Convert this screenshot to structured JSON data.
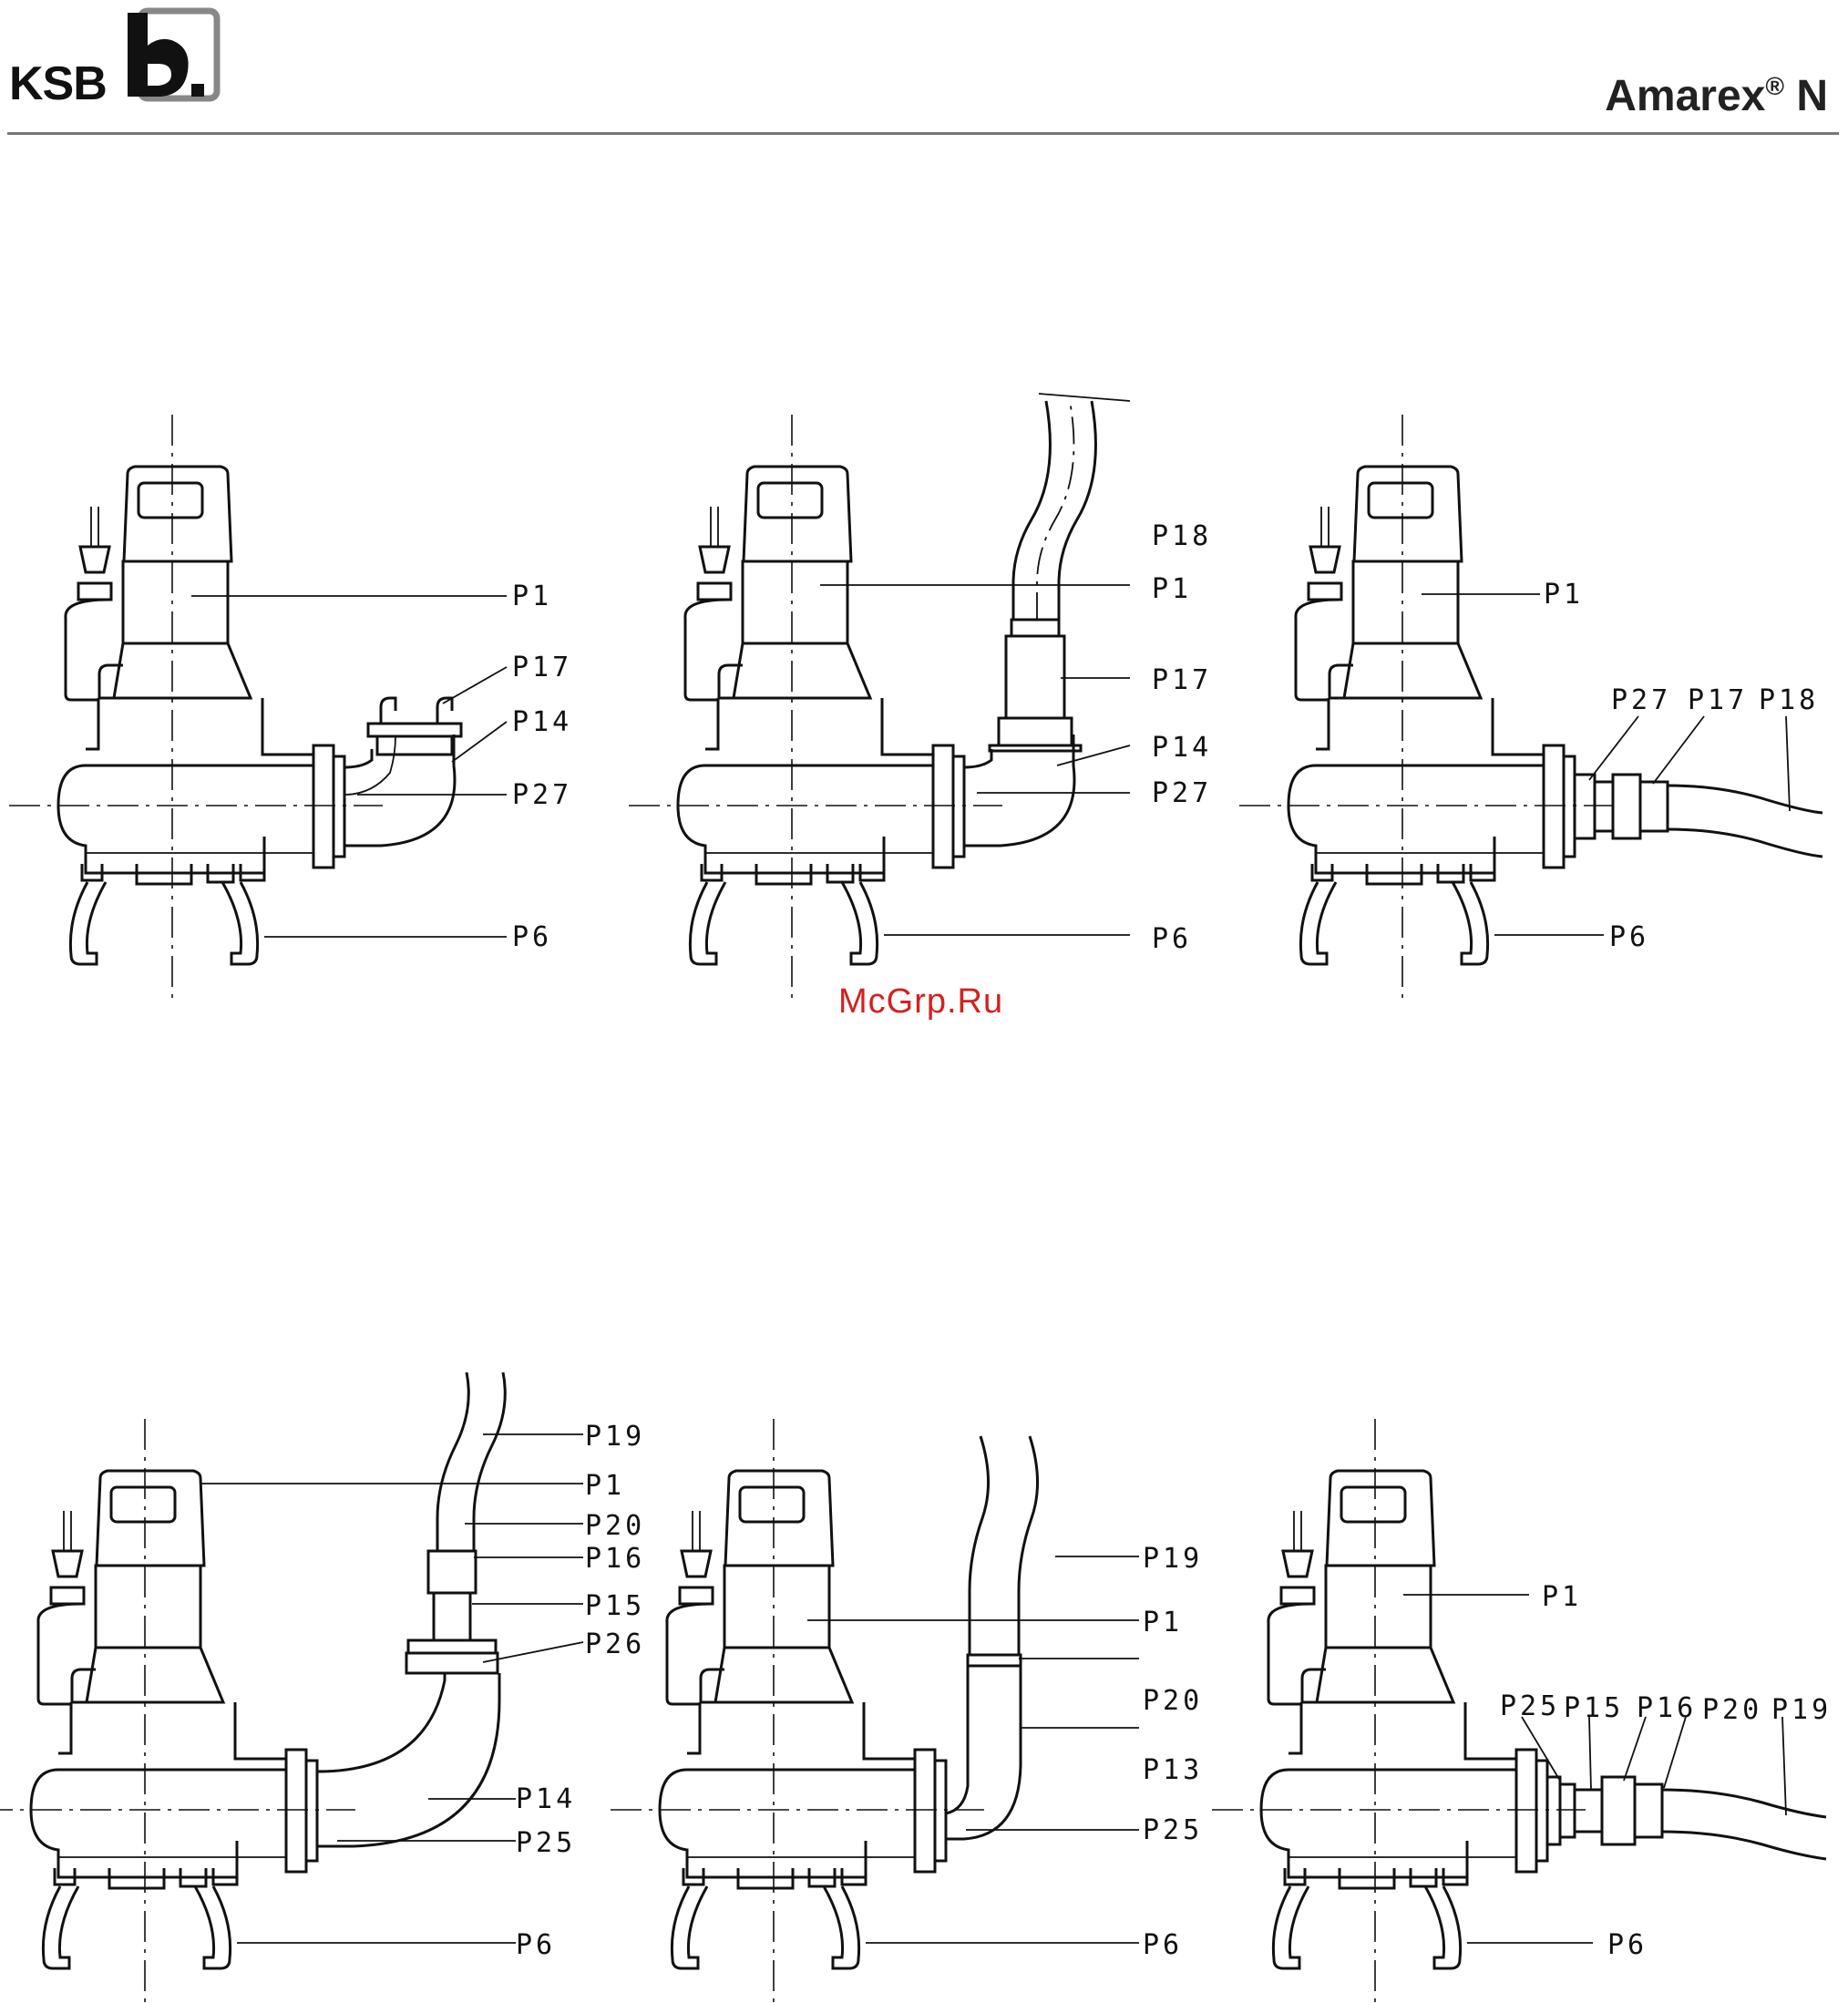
{
  "header": {
    "logo_text": "KSB",
    "logo_mark_icon": "ksb-b-logo-icon",
    "product_name": "Amarex",
    "product_reg": "®",
    "product_suffix": "N"
  },
  "watermark": "McGrp.Ru",
  "figures": [
    {
      "labels": [
        "P1",
        "P17",
        "P14",
        "P27",
        "P6"
      ]
    },
    {
      "labels": [
        "P18",
        "P1",
        "P17",
        "P14",
        "P27",
        "P6"
      ]
    },
    {
      "labels": [
        "P1",
        "P27",
        "P17",
        "P18",
        "P6"
      ]
    },
    {
      "labels": [
        "P19",
        "P1",
        "P20",
        "P16",
        "P15",
        "P26",
        "P14",
        "P25",
        "P6"
      ]
    },
    {
      "labels": [
        "P19",
        "P1",
        "P20",
        "P13",
        "P25",
        "P6"
      ]
    },
    {
      "labels": [
        "P1",
        "P25",
        "P15",
        "P16",
        "P20",
        "P19",
        "P6"
      ]
    }
  ]
}
